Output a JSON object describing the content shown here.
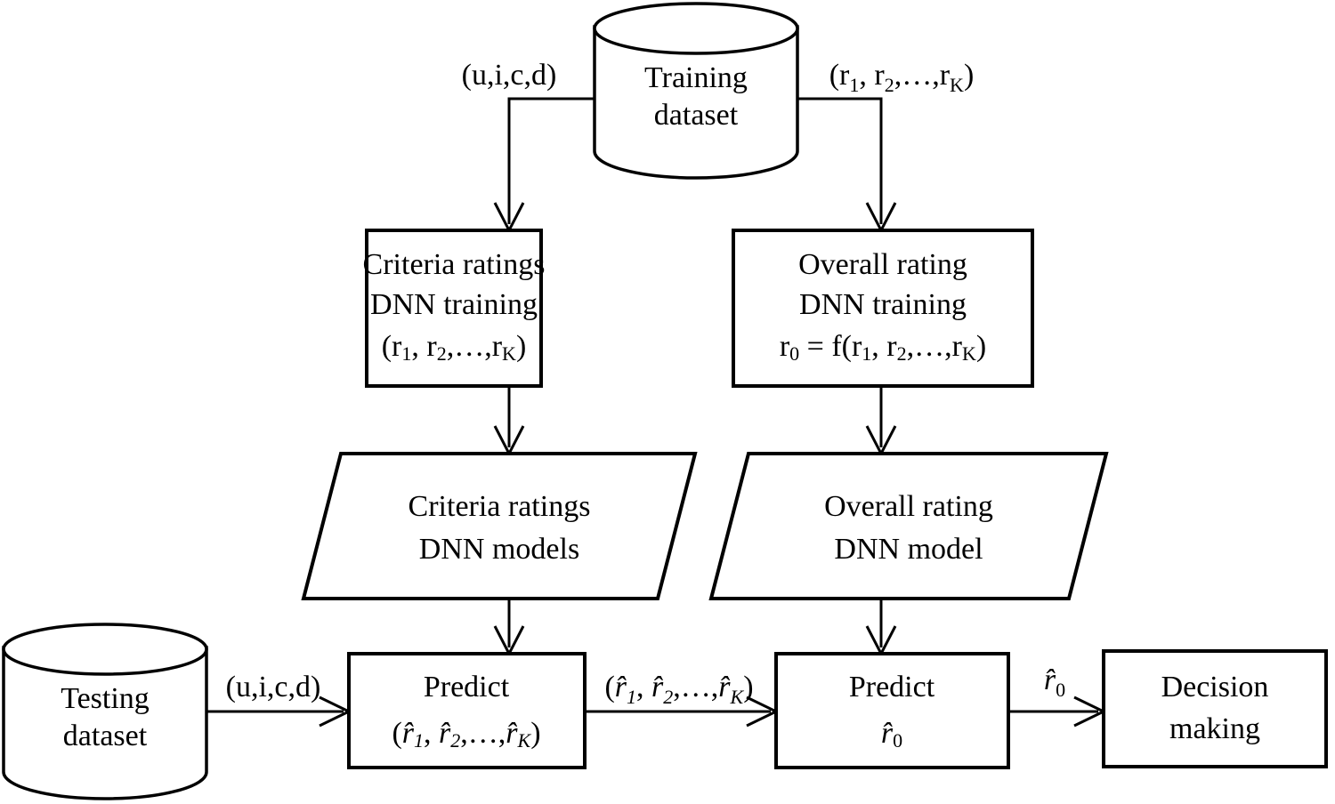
{
  "diagram": {
    "title": "Multi-criteria DNN rating prediction flowchart",
    "background": "#ffffff",
    "stroke_color": "#000000",
    "nodes": {
      "training_dataset": {
        "shape": "cylinder",
        "line1": "Training",
        "line2": "dataset"
      },
      "criteria_training": {
        "shape": "rectangle",
        "line1": "Criteria ratings",
        "line2": "DNN training",
        "line3_prefix": "(r",
        "line3_sub1": "1",
        "line3_mid": ", r",
        "line3_sub2": "2",
        "line3_dots": ",…,r",
        "line3_subK": "K",
        "line3_suffix": ")",
        "line3_plain": "(r1, r2,…,rK)"
      },
      "overall_training": {
        "shape": "rectangle",
        "line1": "Overall rating",
        "line2": "DNN training",
        "line3_plain": "r0 = f(r1, r2,…,rK)"
      },
      "criteria_models": {
        "shape": "parallelogram",
        "line1": "Criteria ratings",
        "line2": "DNN models"
      },
      "overall_model": {
        "shape": "parallelogram",
        "line1": "Overall rating",
        "line2": "DNN model"
      },
      "testing_dataset": {
        "shape": "cylinder",
        "line1": "Testing",
        "line2": "dataset"
      },
      "predict_criteria": {
        "shape": "rectangle",
        "line1": "Predict",
        "line2_plain": "(r̂1, r̂2,…,r̂K)"
      },
      "predict_overall": {
        "shape": "rectangle",
        "line1": "Predict",
        "line2_plain": "r̂0"
      },
      "decision_making": {
        "shape": "rectangle",
        "line1": "Decision",
        "line2": "making"
      }
    },
    "edge_labels": {
      "train_to_criteria": "(u,i,c,d)",
      "train_to_overall_plain": "(r1, r2,…,rK)",
      "testing_to_predict": "(u,i,c,d)",
      "predict_to_predict_plain": "(r̂1, r̂2,…,r̂K)",
      "predict_to_decision_plain": "r̂0"
    }
  }
}
